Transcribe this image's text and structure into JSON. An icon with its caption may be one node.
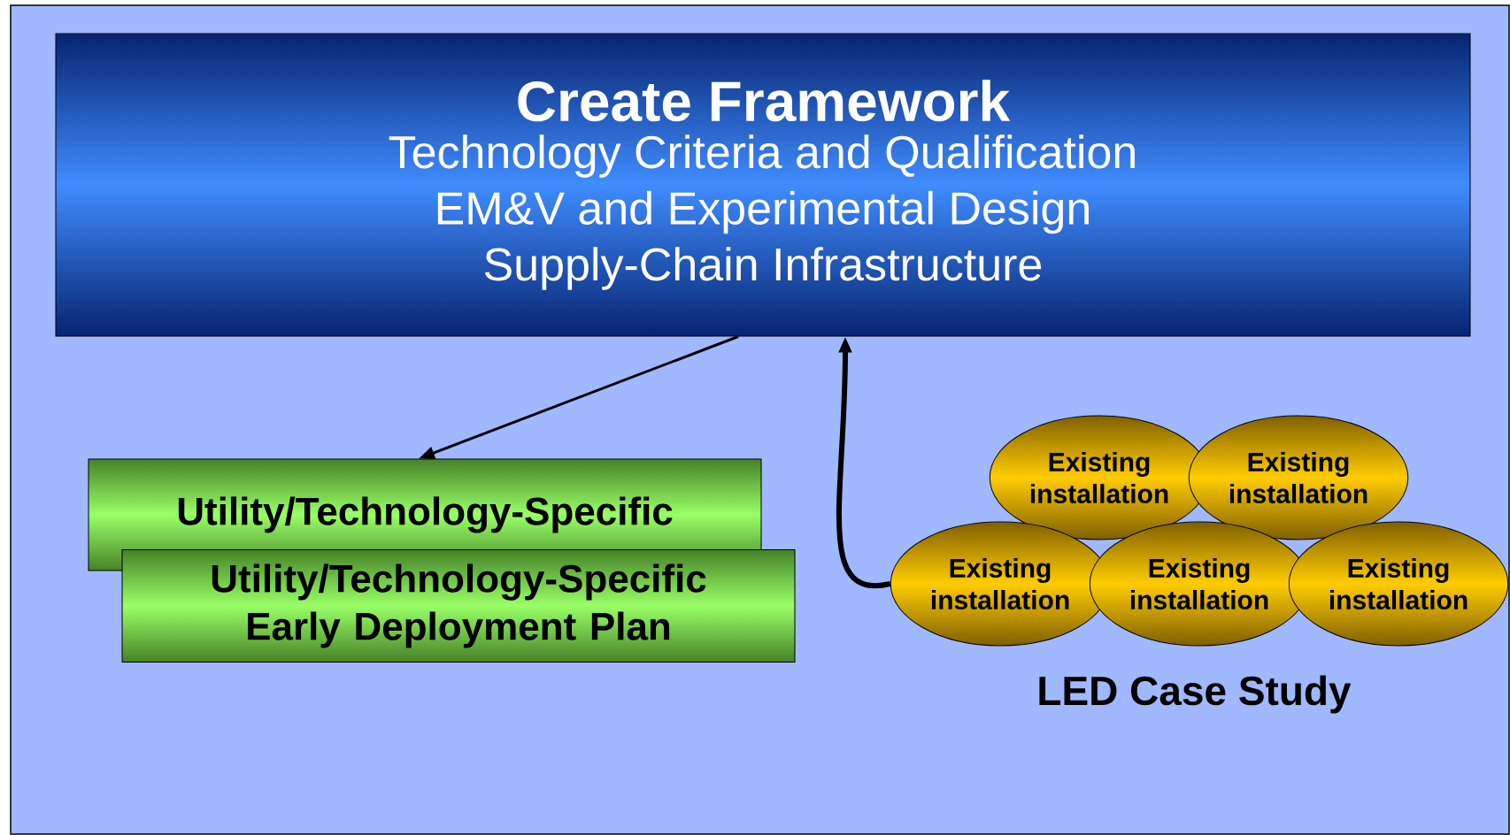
{
  "diagram": {
    "nodes": [
      {
        "text": [
          "Create Framework",
          "Technology Criteria and Qualification",
          "EM&V and Experimental Design",
          "Supply-Chain Infrastructure"
        ]
      },
      {
        "text": [
          "Utility/Technology-Specific"
        ]
      },
      {
        "text": [
          "Utility/Technology-Specific Early Deployment Plan"
        ]
      },
      {
        "text": [
          "Existing installation"
        ]
      },
      {
        "text": [
          "Existing installation"
        ]
      },
      {
        "text": [
          "Existing installation"
        ]
      },
      {
        "text": [
          "Existing installation"
        ]
      },
      {
        "text": [
          "Existing installation"
        ]
      }
    ],
    "edges": [
      {
        "from": 0,
        "to": 1,
        "arrow": "to"
      },
      {
        "from": 5,
        "to": 0,
        "arrow": "to",
        "style": "thick"
      }
    ],
    "labels": [
      "LED Case Study"
    ]
  }
}
